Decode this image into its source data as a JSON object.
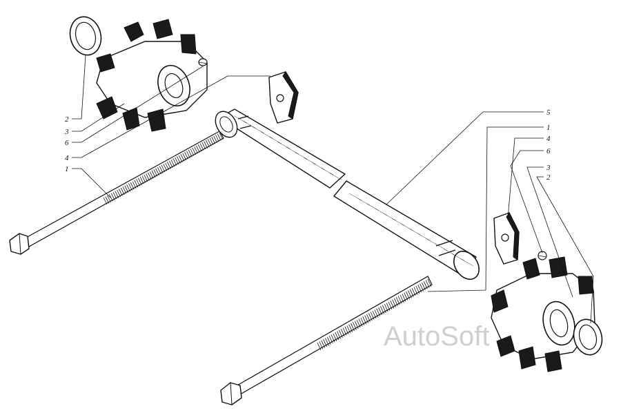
{
  "callouts_left": [
    "2",
    "3",
    "6",
    "4",
    "1"
  ],
  "callouts_right": [
    "5",
    "1",
    "4",
    "6",
    "3",
    "2"
  ],
  "watermark": "AutoSoft"
}
